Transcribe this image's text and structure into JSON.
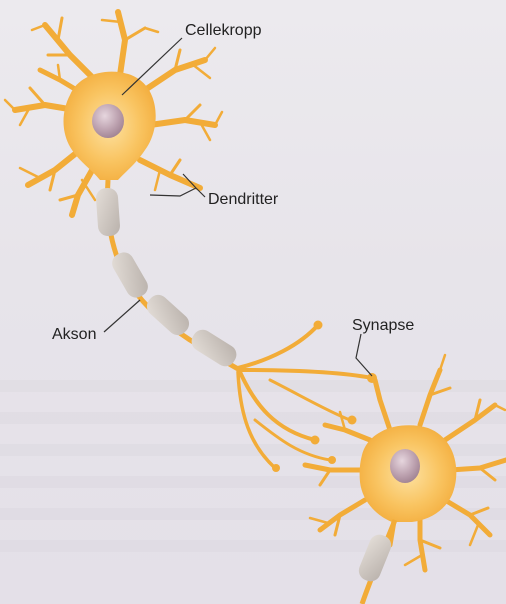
{
  "labels": {
    "cell_body": "Cellekropp",
    "dendrites": "Dendritter",
    "axon": "Akson",
    "synapse": "Synapse"
  },
  "colors": {
    "background": "#e9e6ec",
    "neuron_body": "#f4b13e",
    "neuron_center": "#fbd27a",
    "nucleus": "#b79aa8",
    "myelin": "#cfc8c2",
    "label_text": "#222222",
    "leader_line": "#333333"
  }
}
